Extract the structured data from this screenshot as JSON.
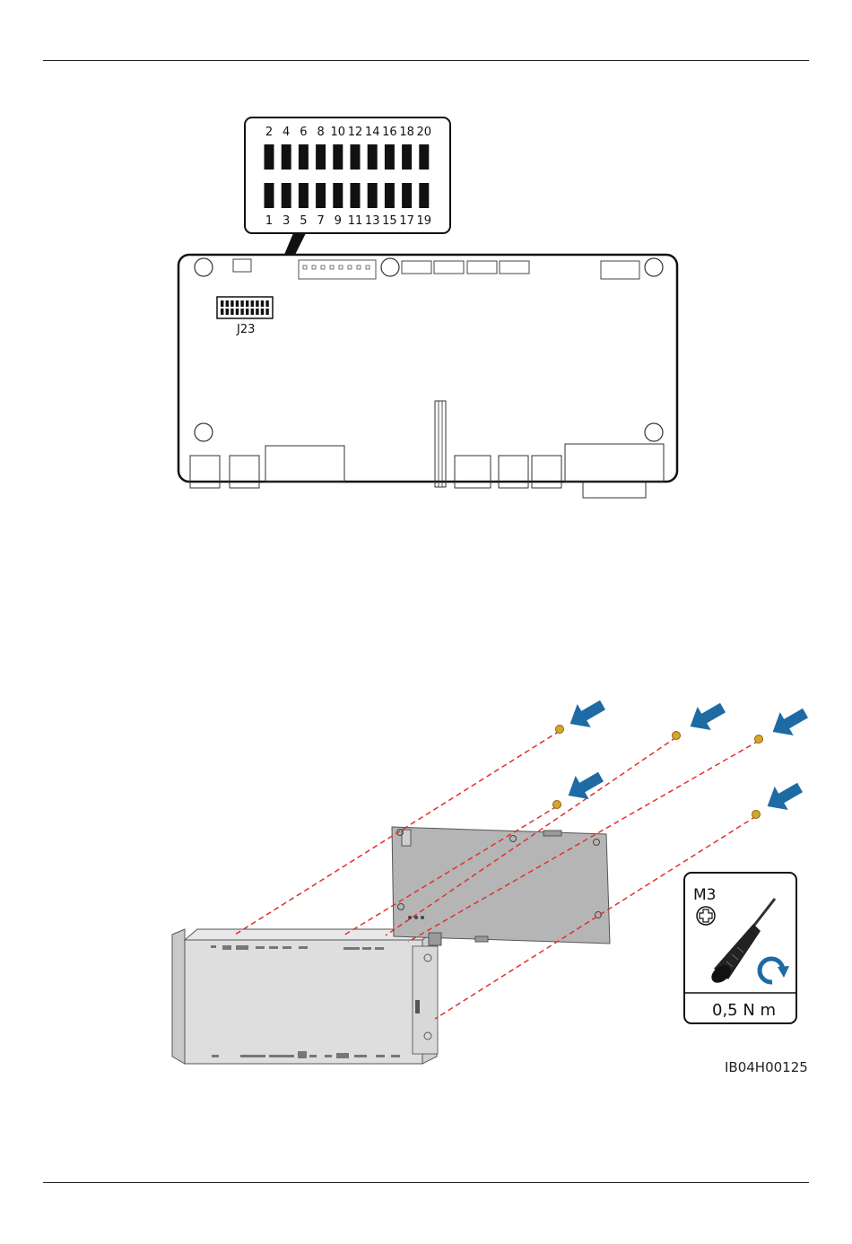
{
  "figure1": {
    "connector_label": "J23",
    "top_pins": [
      "2",
      "4",
      "6",
      "8",
      "10",
      "12",
      "14",
      "16",
      "18",
      "20"
    ],
    "bottom_pins": [
      "1",
      "3",
      "5",
      "7",
      "9",
      "11",
      "13",
      "15",
      "17",
      "19"
    ]
  },
  "figure2": {
    "screw_type": "M3",
    "torque": "0,5 N m",
    "figure_id": "IB04H00125"
  },
  "colors": {
    "arrow_blue": "#1d6aa5",
    "dashed_red": "#e0312f",
    "screw_gold": "#d7a629",
    "board_gray": "#b4b4b4"
  }
}
